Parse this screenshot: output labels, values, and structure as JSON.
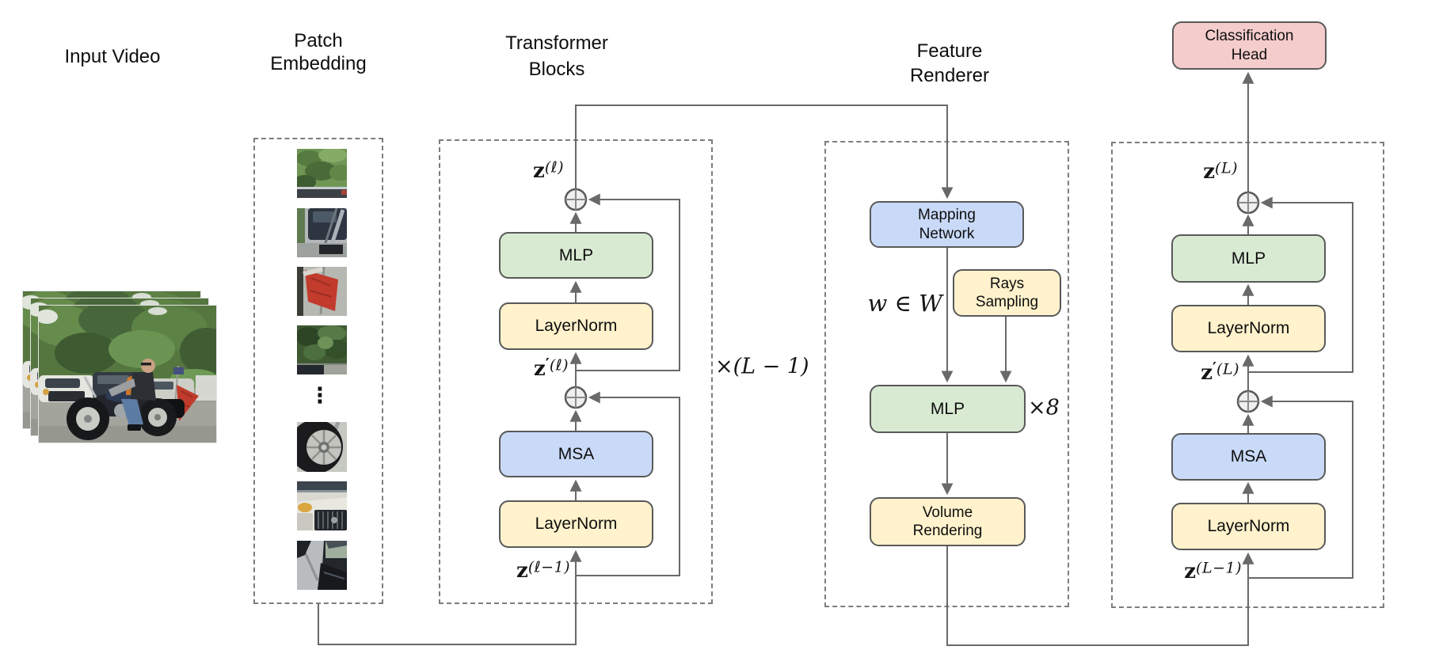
{
  "figure": {
    "titles": {
      "input_video": "Input Video",
      "patch_embedding": {
        "line1": "Patch",
        "line2": "Embedding"
      },
      "transformer_blocks": {
        "line1": "Transformer",
        "line2": "Blocks"
      },
      "feature_renderer": {
        "line1": "Feature",
        "line2": "Renderer"
      }
    },
    "input_video": {
      "photo_alt": "Stack of three video frames showing a man riding a motorcycle with a red flag through a parking lot with cars and green trees"
    },
    "patch_embedding": {
      "ellipsis": "⋮",
      "patches": [
        "Patch: green tree foliage with car roof",
        "Patch: dark car and motorcycle handlebars",
        "Patch: red flag on pole",
        "Patch: dark foliage above car",
        "Patch: motorcycle front wheel",
        "Patch: white car hood and grille",
        "Patch: rider shoulder and dark car"
      ]
    },
    "transformer_block": {
      "mlp": "MLP",
      "layernorm_top": "LayerNorm",
      "msa": "MSA",
      "layernorm_bottom": "LayerNorm",
      "z_out": {
        "base": "z",
        "sup": "(ℓ)"
      },
      "z_mid": {
        "base": "z",
        "prime": "′",
        "sup": "(ℓ)"
      },
      "z_in": {
        "base": "z",
        "sup": "(ℓ−1)"
      },
      "repeat": "×(L − 1)"
    },
    "feature_renderer": {
      "mapping_network": {
        "line1": "Mapping",
        "line2": "Network"
      },
      "rays_sampling": {
        "line1": "Rays",
        "line2": "Sampling"
      },
      "mlp": "MLP",
      "mlp_repeat": "×8",
      "latent": "w ∈ W",
      "volume_rendering": {
        "line1": "Volume",
        "line2": "Rendering"
      }
    },
    "final_block": {
      "mlp": "MLP",
      "layernorm_top": "LayerNorm",
      "msa": "MSA",
      "layernorm_bottom": "LayerNorm",
      "z_out": {
        "base": "z",
        "sup": "(L)"
      },
      "z_mid": {
        "base": "z",
        "prime": "′",
        "sup": "(L)"
      },
      "z_in": {
        "base": "z",
        "sup": "(L−1)"
      }
    },
    "classification_head": {
      "line1": "Classification",
      "line2": "Head"
    },
    "colors": {
      "mlp_green": "#d9ead3",
      "layernorm_yellow": "#fff2cc",
      "attention_blue": "#c9daf8",
      "head_pink": "#f4cccc",
      "box_border": "#595959",
      "line_gray": "#696969",
      "dash_gray": "#7d7d7d"
    }
  }
}
